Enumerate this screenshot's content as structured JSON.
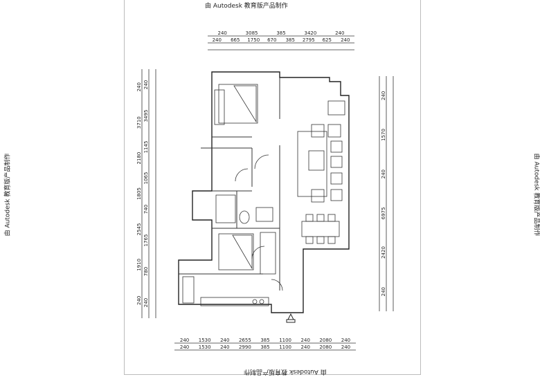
{
  "watermark": "由 Autodesk 教育版产品制作",
  "dims_top_row1": [
    "240",
    "3085",
    "385",
    "3420",
    "240"
  ],
  "dims_top_row2": [
    "240",
    "665",
    "1750",
    "670",
    "385",
    "2795",
    "625",
    "240"
  ],
  "dims_left_row1": [
    "240",
    "3710",
    "2180",
    "1805",
    "2545",
    "1910",
    "240"
  ],
  "dims_left_row2": [
    "240",
    "3495",
    "1145",
    "1065",
    "740",
    "1765",
    "780",
    "240"
  ],
  "dims_right": [
    "240",
    "1570",
    "240",
    "6975",
    "2420",
    "240"
  ],
  "dims_bottom_row1": [
    "240",
    "1530",
    "240",
    "2655",
    "385",
    "1100",
    "240",
    "2080",
    "240"
  ],
  "dims_bottom_row2": [
    "240",
    "1530",
    "240",
    "2990",
    "385",
    "1100",
    "240",
    "2080",
    "240"
  ]
}
